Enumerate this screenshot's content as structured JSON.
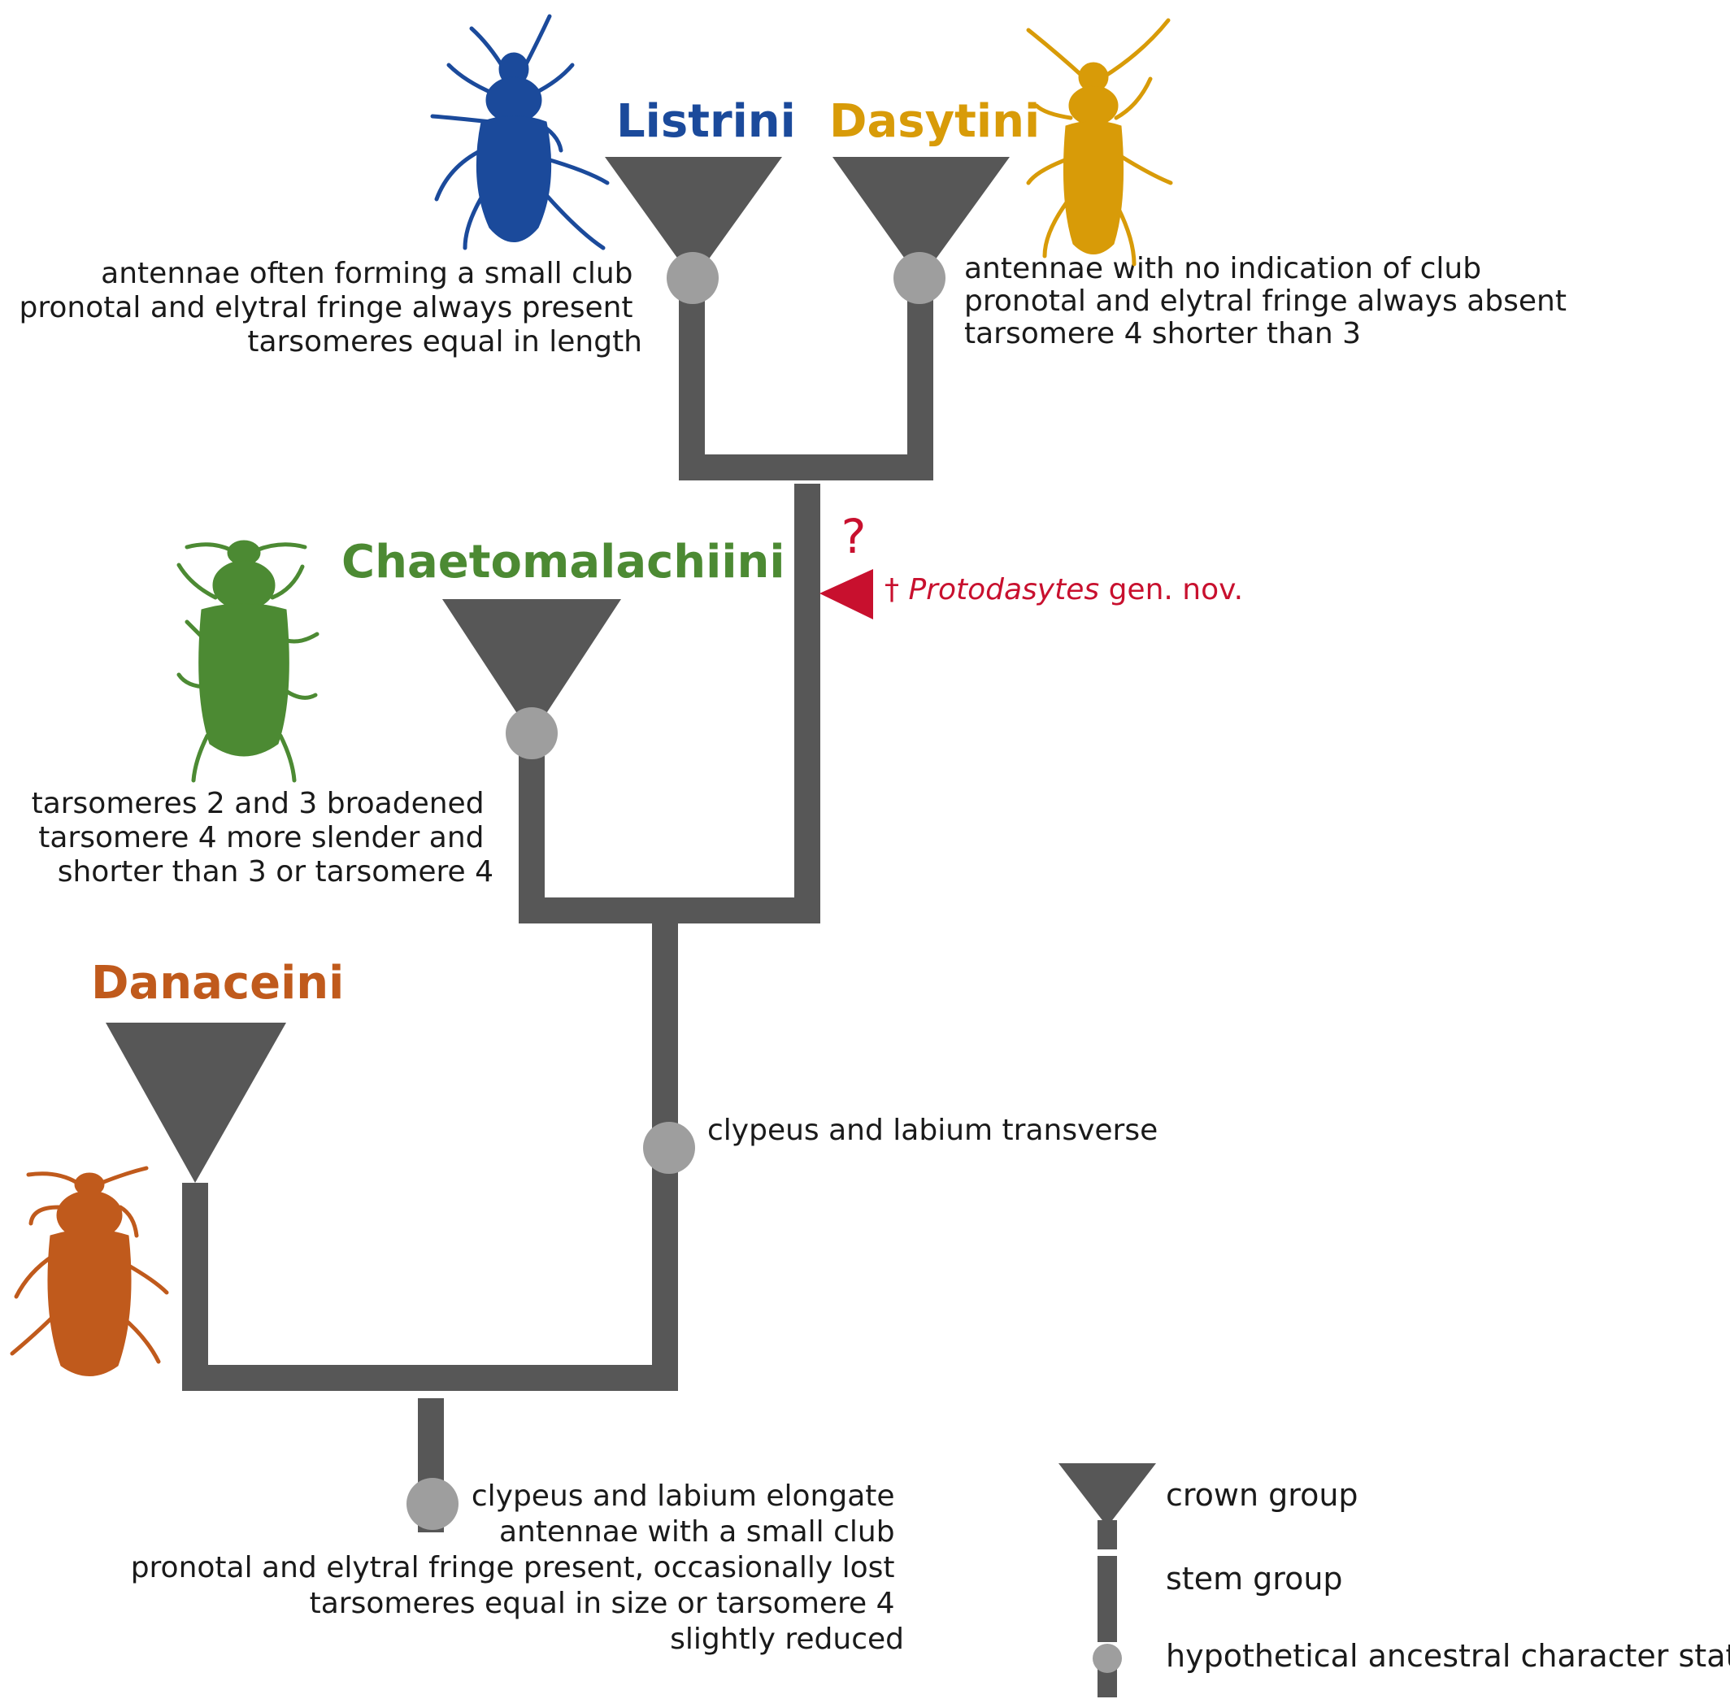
{
  "colors": {
    "tree": "#575757",
    "node": "#9e9e9e",
    "listrini": "#1b4a9b",
    "dasytini": "#d89b08",
    "chaetomalachiini": "#4c8a33",
    "danaceini": "#c05a1c",
    "fossil": "#c8102e",
    "text": "#1a1a1a"
  },
  "taxa": {
    "listrini": {
      "label": "Listrini",
      "traits": [
        "antennae often forming a small club",
        "pronotal and elytral fringe always present",
        "tarsomeres equal in length"
      ],
      "icon": "blue-beetle-silhouette-icon"
    },
    "dasytini": {
      "label": "Dasytini",
      "traits": [
        "antennae with no indication of club",
        "pronotal and elytral fringe always absent",
        "tarsomere 4 shorter than 3"
      ],
      "icon": "yellow-beetle-silhouette-icon"
    },
    "chaetomalachiini": {
      "label": "Chaetomalachiini",
      "traits": [
        "tarsomeres 2 and 3 broadened",
        "tarsomere 4 more slender and",
        "shorter than 3 or tarsomere 4"
      ],
      "icon": "green-beetle-silhouette-icon"
    },
    "danaceini": {
      "label": "Danaceini",
      "icon": "orange-beetle-silhouette-icon"
    }
  },
  "nodes": {
    "inner": {
      "traits": [
        "clypeus and labium transverse"
      ]
    },
    "root": {
      "traits": [
        "clypeus and labium elongate",
        "antennae with a small club",
        "pronotal and elytral fringe present, occasionally lost",
        "tarsomeres equal in size or tarsomere 4",
        "slightly reduced"
      ]
    }
  },
  "fossil": {
    "question_mark": "?",
    "dagger": "†",
    "genus": "Protodasytes",
    "suffix": "gen. nov."
  },
  "legend": {
    "crown": "crown group",
    "stem": "stem group",
    "ancestral": "hypothetical ancestral character state"
  }
}
